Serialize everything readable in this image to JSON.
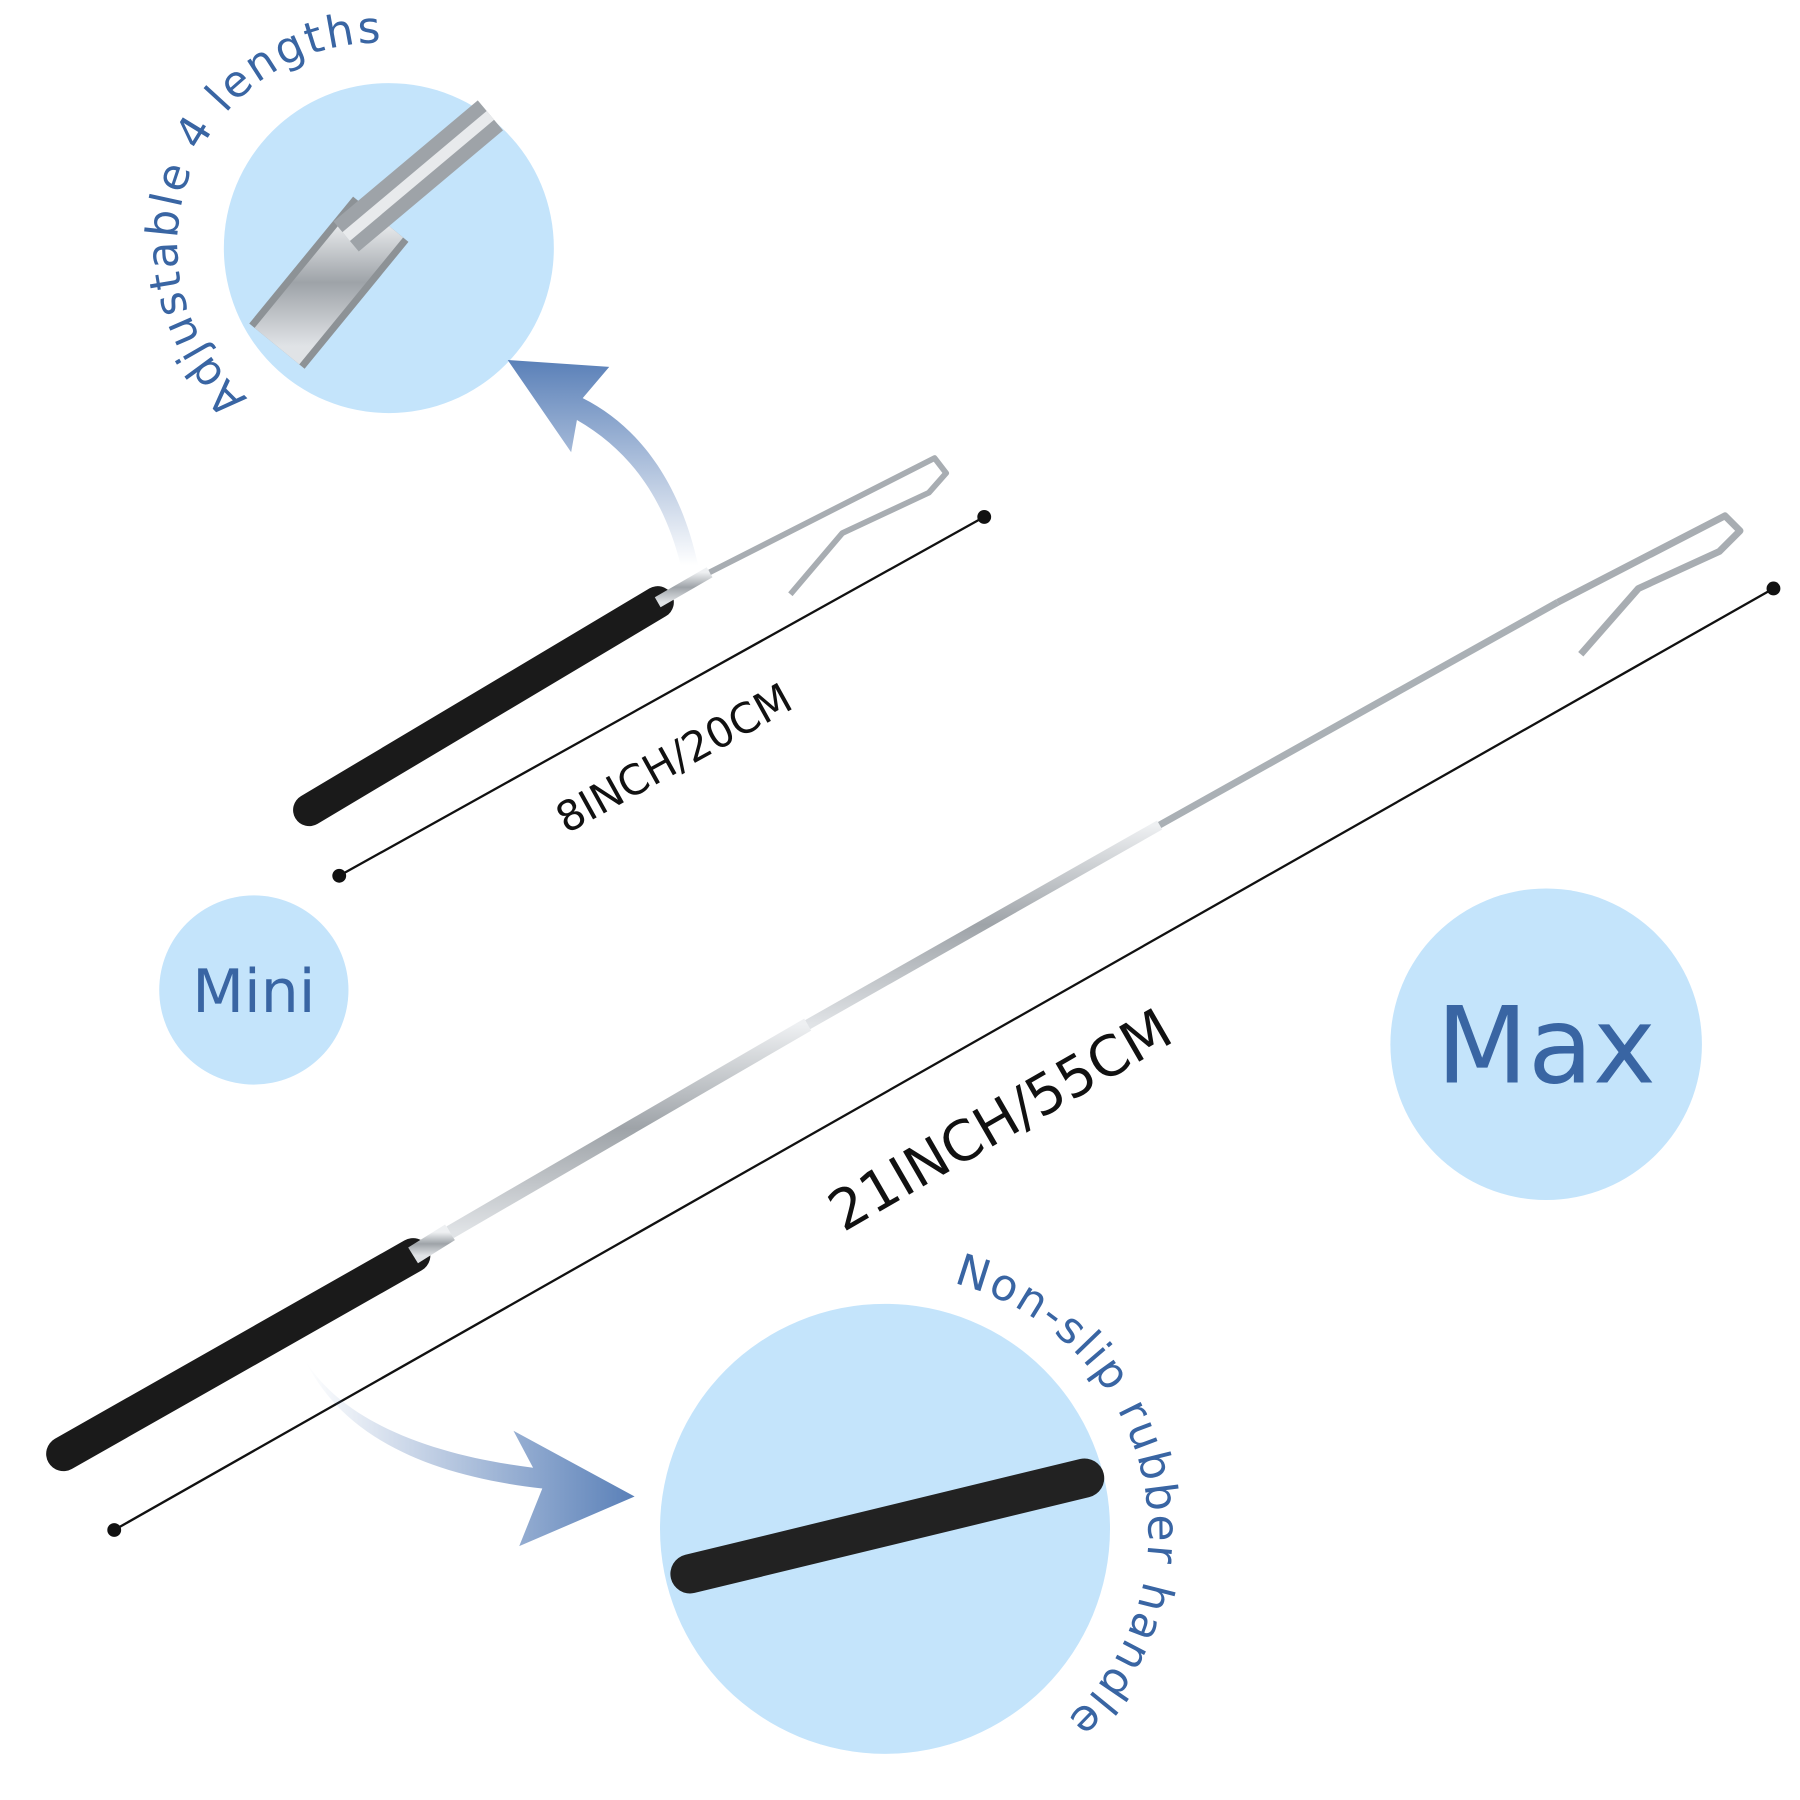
{
  "callouts": {
    "adjustable": "Adjustable 4 lengths",
    "handle": "Non-slip rubber handle"
  },
  "sizes": {
    "mini": {
      "label": "Mini",
      "length": "8INCH/20CM"
    },
    "max": {
      "label": "Max",
      "length": "21INCH/55CM"
    }
  },
  "colors": {
    "circle_fill": "#c4e4fb",
    "text_blue": "#3965a3",
    "arrow_blue": "#5a80b8",
    "handle_black": "#1a1a1a",
    "rod_silver": "#b8bcc0"
  }
}
